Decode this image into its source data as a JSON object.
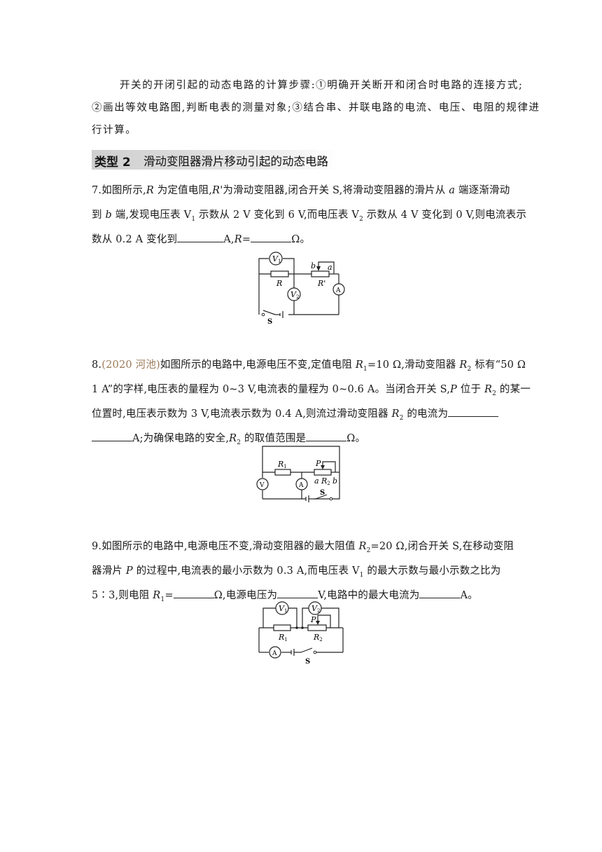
{
  "tip": {
    "line1": "开关的开闭引起的动态电路的计算步骤:①明确开关断开和闭合时电路的连接方式;",
    "line2": "②画出等效电路图,判断电表的测量对象;③结合串、并联电路的电流、电压、电阻的规律进",
    "line3": "行计算。"
  },
  "section": {
    "label": "类型 2",
    "title": "滑动变阻器滑片移动引起的动态电路"
  },
  "q7": {
    "line1_a": "7.如图所示,",
    "line1_R": "R",
    "line1_b": " 为定值电阻,",
    "line1_Rp": "R'",
    "line1_c": "为滑动变阻器,闭合开关 S,将滑动变阻器的滑片从 ",
    "line1_a2": "a",
    "line1_d": " 端逐渐滑动",
    "line2_a": "到 ",
    "line2_b": "b",
    "line2_c": " 端,发现电压表 V",
    "line2_sub1": "1",
    "line2_d": " 示数从 2 V 变化到 6 V,而电压表 V",
    "line2_sub2": "2",
    "line2_e": " 示数从 4 V 变化到 0 V,则电流表示",
    "line3_a": "数从 0.2 A 变化到",
    "line3_b": "A,",
    "line3_R": "R",
    "line3_c": "=",
    "line3_d": "Ω。",
    "fig": {
      "v1": "V",
      "v1s": "1",
      "v2": "V",
      "v2s": "2",
      "r": "R",
      "rp": "R'",
      "b": "b",
      "a": "a",
      "amm": "A",
      "s": "S"
    }
  },
  "q8": {
    "line1_a": "8.",
    "line1_src": "(2020 河池)",
    "line1_b": "如图所示的电路中,电源电压不变,定值电阻 ",
    "line1_R1": "R",
    "line1_R1s": "1",
    "line1_c": "=10 Ω,滑动变阻器 ",
    "line1_R2": "R",
    "line1_R2s": "2",
    "line1_d": " 标有“50 Ω",
    "line2_a": "1 A”的字样,电压表的量程为 0~3 V,电流表的量程为 0~0.6 A。当闭合开关 S,",
    "line2_P": "P",
    "line2_b": " 位于 ",
    "line2_R2": "R",
    "line2_R2s": "2",
    "line2_c": " 的某一",
    "line3_a": "位置时,电压表示数为 3 V,电流表示数为 0.4 A,则流过滑动变阻器 ",
    "line3_R2": "R",
    "line3_R2s": "2",
    "line3_b": " 的电流为",
    "line4_a": "A;为确保电路的安全,",
    "line4_R2": "R",
    "line4_R2s": "2",
    "line4_b": " 的取值范围是",
    "line4_c": "Ω。",
    "fig": {
      "r1": "R",
      "r1s": "1",
      "p": "P",
      "a": "a",
      "r2": "R",
      "r2s": "2",
      "b": "b",
      "v": "V",
      "amm": "A",
      "s": "S"
    }
  },
  "q9": {
    "line1_a": "9.如图所示的电路中,电源电压不变,滑动变阻器的最大阻值 ",
    "line1_R2": "R",
    "line1_R2s": "2",
    "line1_b": "=20 Ω,闭合开关 S,在移动变阻",
    "line2_a": "器滑片 ",
    "line2_P": "P",
    "line2_b": " 的过程中,电流表的最小示数为 0.3 A,而电压表 V",
    "line2_sub": "1",
    "line2_c": " 的最大示数与最小示数之比为",
    "line3_a": "5∶3,则电阻 ",
    "line3_R1": "R",
    "line3_R1s": "1",
    "line3_b": "=",
    "line3_c": "Ω,电源电压为",
    "line3_d": "V,电路中的最大电流为",
    "line3_e": "A。",
    "fig": {
      "v1": "V",
      "v1s": "1",
      "v2": "V",
      "v2s": "2",
      "p": "P",
      "r1": "R",
      "r1s": "1",
      "r2": "R",
      "r2s": "2",
      "amm": "A",
      "s": "S"
    }
  }
}
